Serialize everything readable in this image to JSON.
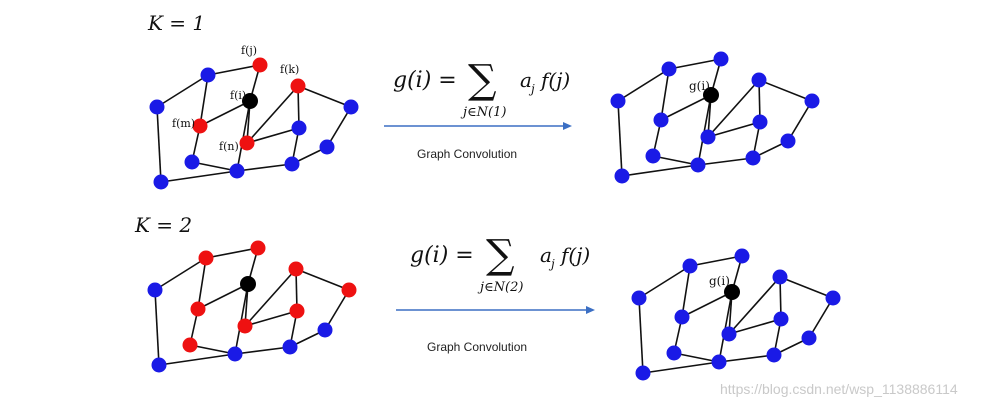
{
  "colors": {
    "blue_node": "#1a1ae6",
    "red_node": "#ee1111",
    "center_node": "#000000",
    "edge": "#111111",
    "arrow": "#3b6fc4"
  },
  "row1": {
    "k_label": "K = 1",
    "formula": {
      "lhs": "g(i) =",
      "sum": "∑",
      "subscript": "j∈N(1)",
      "rhs": "a",
      "rhs_sub": "j",
      "rhs_tail": "f(j)"
    },
    "arrow_caption": "Graph Convolution",
    "left_node_labels": {
      "fj": "f(j)",
      "fk": "f(k)",
      "fi": "f(i)",
      "fm": "f(m)",
      "fn": "f(n)"
    },
    "right_node_label": "g(i)"
  },
  "row2": {
    "k_label": "K = 2",
    "formula": {
      "lhs": "g(i) =",
      "sum": "∑",
      "subscript": "j∈N(2)",
      "rhs": "a",
      "rhs_sub": "j",
      "rhs_tail": "f(j)"
    },
    "arrow_caption": "Graph Convolution",
    "right_node_label": "g(i)"
  },
  "watermark": "https://blog.csdn.net/wsp_1138886114"
}
